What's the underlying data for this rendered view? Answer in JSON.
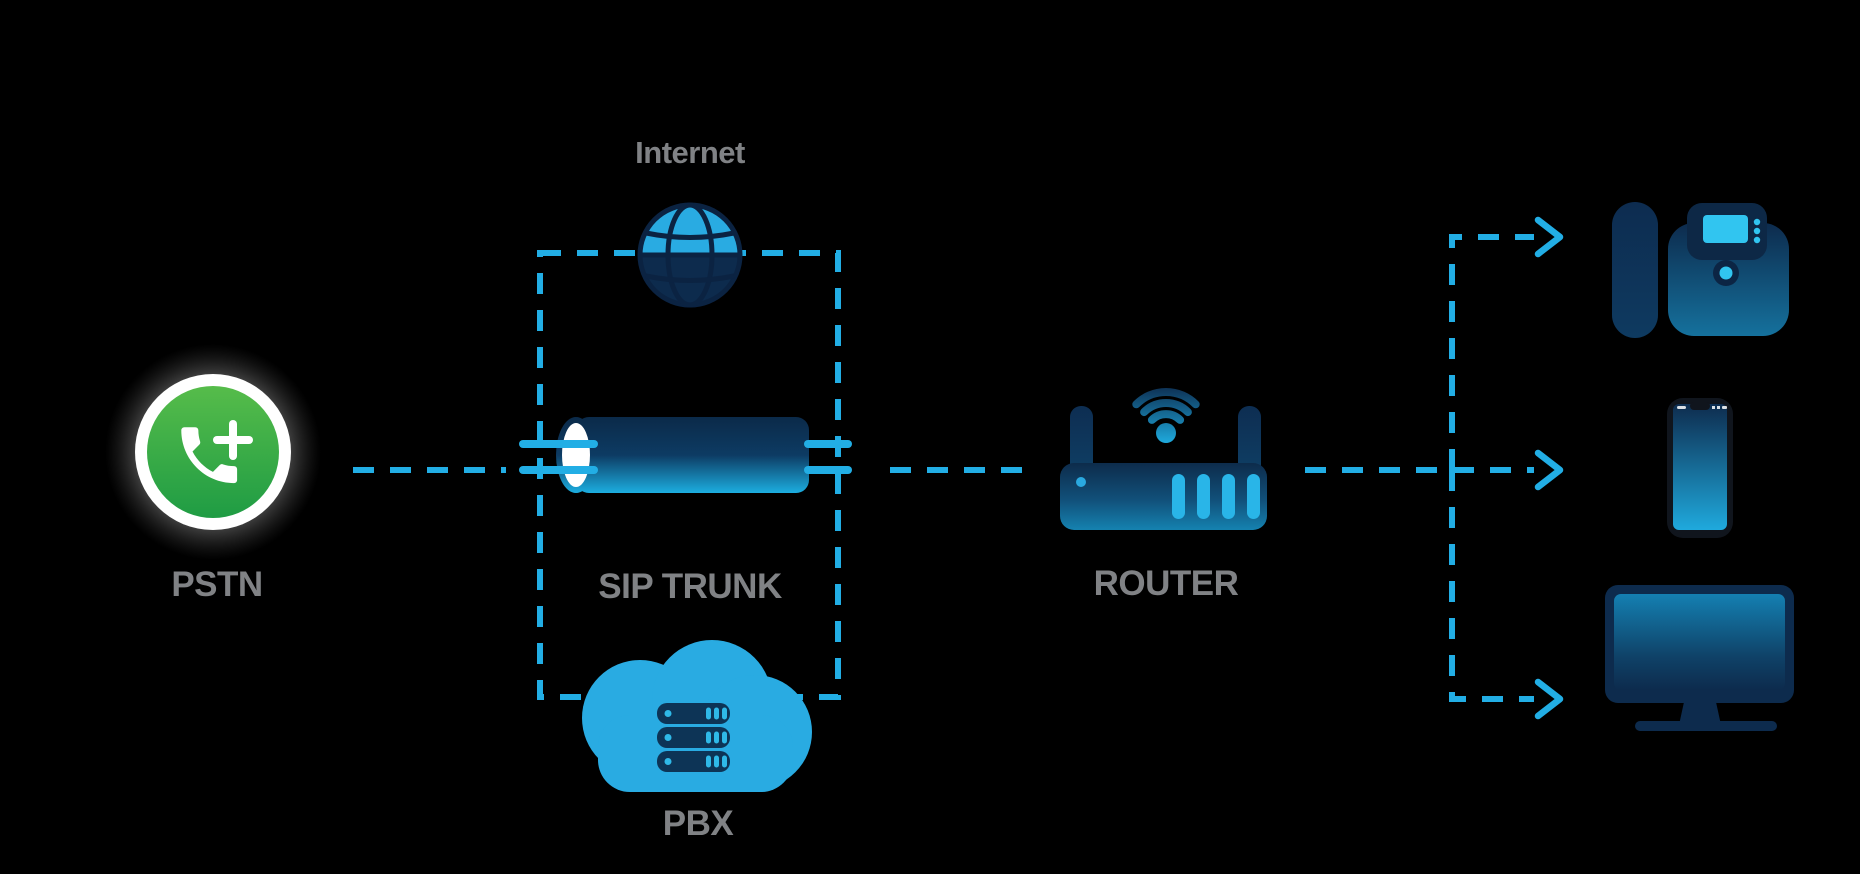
{
  "diagram_title": "SIP trunk telephony network diagram",
  "labels": {
    "pstn": "PSTN",
    "internet": "Internet",
    "sip_trunk": "SIP TRUNK",
    "pbx": "PBX",
    "router": "ROUTER"
  },
  "icons": {
    "pstn": "phone-plus-icon",
    "internet": "globe-icon",
    "sip_trunk": "pipe-cylinder-icon",
    "pbx": "cloud-servers-icon",
    "router": "wifi-router-icon",
    "endpoints": [
      "desk-phone-icon",
      "smartphone-icon",
      "desktop-monitor-icon"
    ]
  },
  "connections": [
    {
      "from": "PSTN",
      "to": "SIP TRUNK",
      "style": "dashed"
    },
    {
      "from": "SIP TRUNK",
      "to": "ROUTER",
      "style": "dashed"
    },
    {
      "from": "ROUTER",
      "to": "desk phone",
      "style": "dashed-arrow"
    },
    {
      "from": "ROUTER",
      "to": "smartphone",
      "style": "dashed-arrow"
    },
    {
      "from": "ROUTER",
      "to": "desktop monitor",
      "style": "dashed-arrow"
    }
  ],
  "palette": {
    "background": "#000000",
    "accent_cyan": "#22AEE5",
    "light_blue": "#29ABE2",
    "navy": "#0D2B4D",
    "bright_screen_cyan": "#31C5F0",
    "label_gray": "#808285",
    "green_top": "#56BC4A",
    "green_bottom": "#1F9C44",
    "white": "#FFFFFF"
  }
}
